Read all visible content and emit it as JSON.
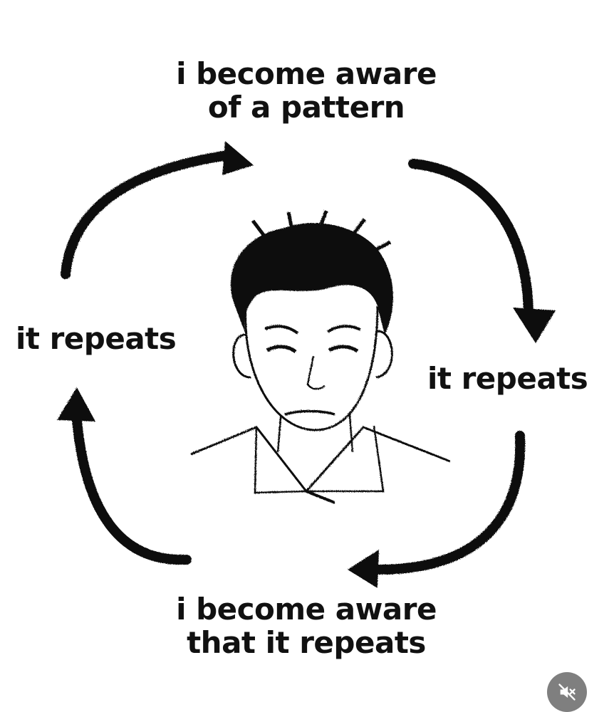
{
  "labels": {
    "top": [
      "i become aware",
      "of a pattern"
    ],
    "left": "it repeats",
    "right": "it repeats",
    "bottom": [
      "i become aware",
      "that it repeats"
    ]
  },
  "controls": {
    "mute_icon": "speaker-muted-icon"
  },
  "colors": {
    "ink": "#111111",
    "background": "#ffffff",
    "mute_button": "#7f7f7f"
  }
}
